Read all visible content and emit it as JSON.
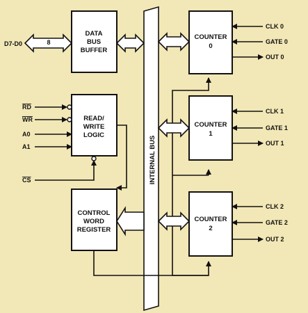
{
  "blocks": {
    "data_bus_buffer": [
      "DATA",
      "BUS",
      "BUFFER"
    ],
    "read_write_logic": [
      "READ/",
      "WRITE",
      "LOGIC"
    ],
    "control_word_register": [
      "CONTROL",
      "WORD",
      "REGISTER"
    ],
    "counter0": [
      "COUNTER",
      "0"
    ],
    "counter1": [
      "COUNTER",
      "1"
    ],
    "counter2": [
      "COUNTER",
      "2"
    ]
  },
  "internal_bus": "INTERNAL BUS",
  "data_bus": {
    "label": "D7-D0",
    "width": "8"
  },
  "inputs": {
    "rd": "RD",
    "wr": "WR",
    "a0": "A0",
    "a1": "A1",
    "cs": "CS"
  },
  "counter_pins": {
    "counter0": [
      "CLK 0",
      "GATE 0",
      "OUT 0"
    ],
    "counter1": [
      "CLK 1",
      "GATE 1",
      "OUT 1"
    ],
    "counter2": [
      "CLK 2",
      "GATE 2",
      "OUT 2"
    ]
  },
  "colors": {
    "background": "#f2e7b6",
    "line": "#111111",
    "block_fill": "#ffffff"
  }
}
